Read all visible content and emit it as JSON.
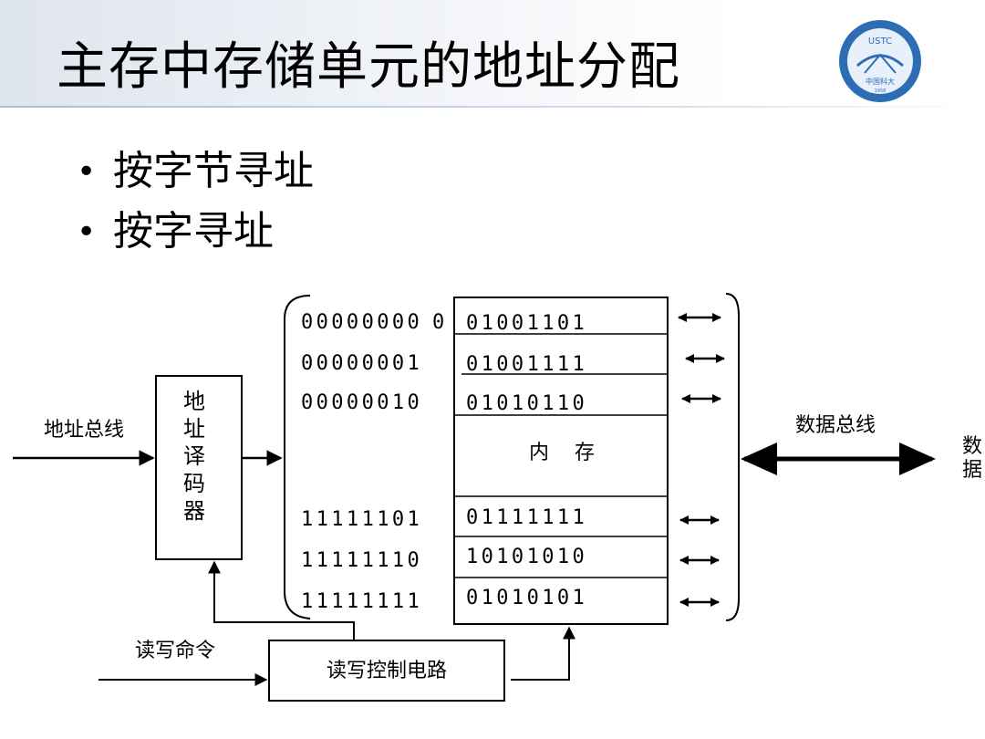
{
  "slide": {
    "title": "主存中存储单元的地址分配",
    "bullets": [
      "按字节寻址",
      "按字寻址"
    ]
  },
  "logo": {
    "text": "USTC",
    "subtitle": "中国科大",
    "year": "1958",
    "colors": {
      "ring": "#2e6db4",
      "fill": "#e8f0fa",
      "accent": "#2e6db4"
    }
  },
  "diagram": {
    "labels": {
      "address_bus": "地址总线",
      "address_decoder": "地址译码器",
      "memory": "内    存",
      "data_bus": "数据总线",
      "data": "数据",
      "rw_command": "读写命令",
      "rw_control_circuit": "读写控制电路"
    },
    "top_rows": [
      {
        "address": "00000000",
        "content": "01001101"
      },
      {
        "address": "00000001",
        "content": "01001111"
      },
      {
        "address": "00000010",
        "content": "01010110"
      }
    ],
    "top_first_address_suffix": "0",
    "bottom_rows": [
      {
        "address": "11111101",
        "content": "01111111"
      },
      {
        "address": "11111110",
        "content": "10101010"
      },
      {
        "address": "11111111",
        "content": "01010101"
      }
    ]
  }
}
